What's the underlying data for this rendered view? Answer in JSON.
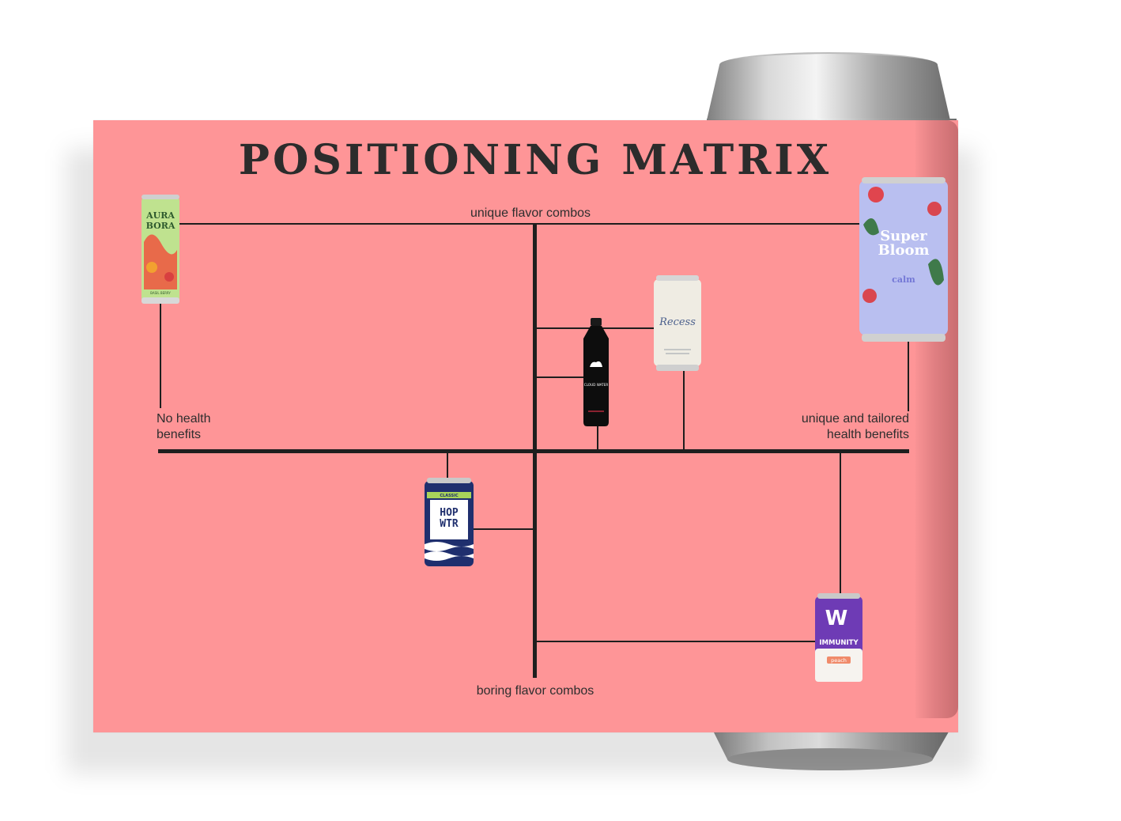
{
  "title": "POSITIONING MATRIX",
  "axes": {
    "top": "unique flavor combos",
    "bottom": "boring flavor combos",
    "left_line1": "No health",
    "left_line2": "benefits",
    "right_line1": "unique and tailored",
    "right_line2": "health benefits"
  },
  "products": {
    "aura_bora": {
      "line1": "AURA",
      "line2": "BORA",
      "flavor": "BASIL BERRY",
      "color": "#bfe28f"
    },
    "super_bloom": {
      "line1": "Super",
      "line2": "Bloom",
      "variant": "calm",
      "color": "#b9bff0"
    },
    "recess": {
      "name": "Recess",
      "color": "#efece3"
    },
    "cloud_water": {
      "name": "CLOUD WATER",
      "color": "#0d0d0d"
    },
    "hop_wtr": {
      "line1": "HOP",
      "line2": "WTR",
      "badge": "CLASSIC",
      "color": "#1f2f6e"
    },
    "immunity": {
      "logo": "W",
      "name": "IMMUNITY",
      "flavor": "peach",
      "color": "#6e3bb5"
    }
  },
  "colors": {
    "panel": "#fe9597",
    "lines": "#1e1e1e",
    "text": "#2e2e2e"
  }
}
